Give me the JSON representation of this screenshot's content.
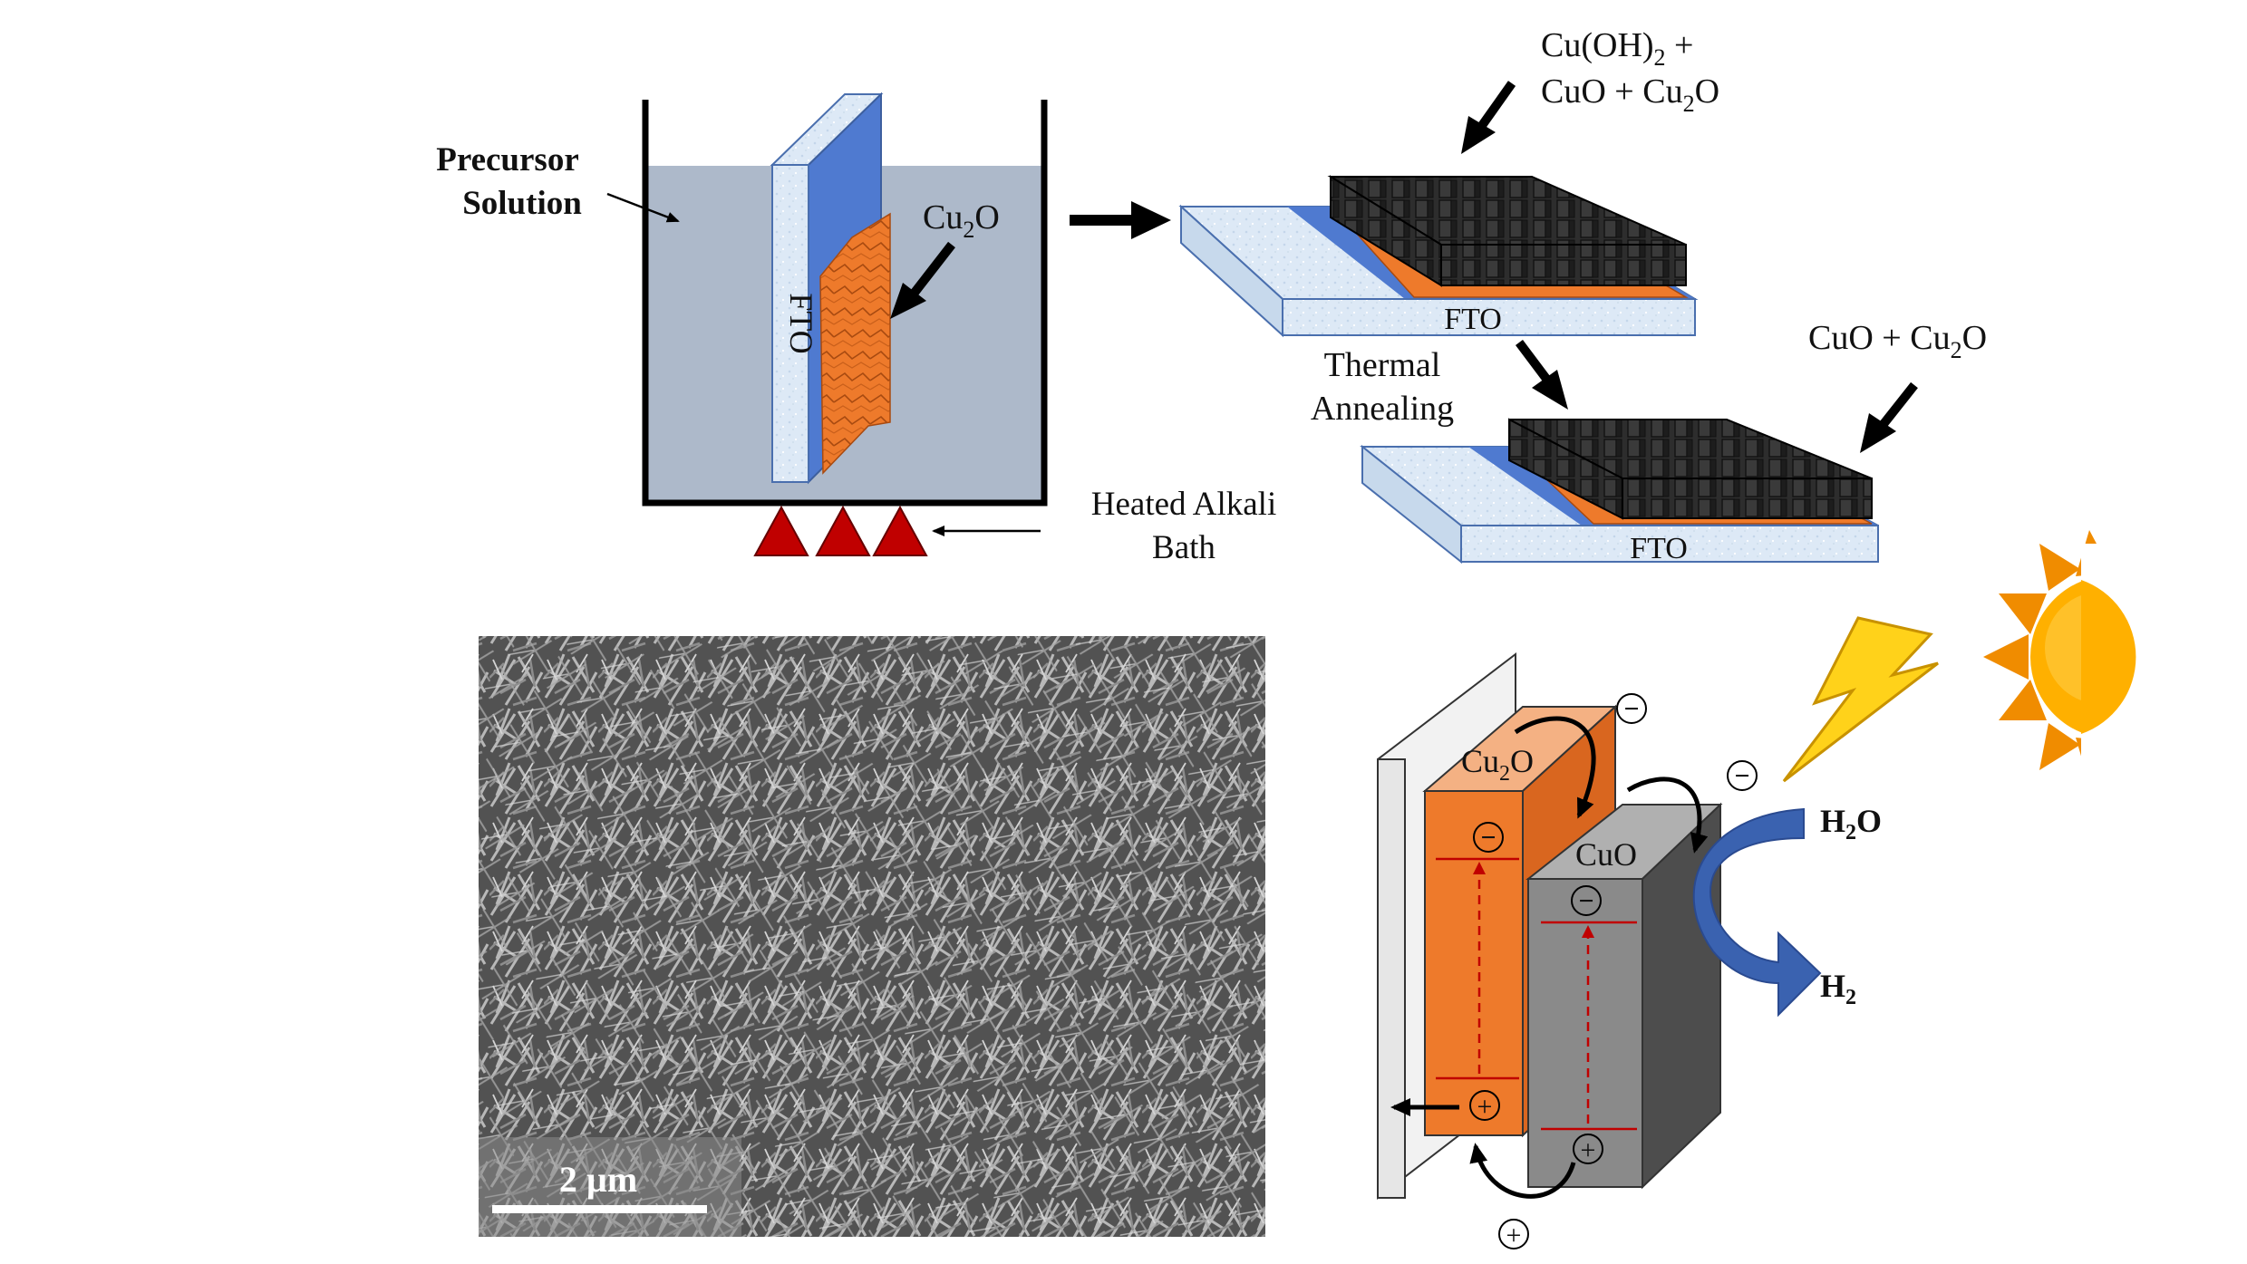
{
  "labels": {
    "precursor_line1": "Precursor",
    "precursor_line2": "Solution",
    "fto_vertical": "FTO",
    "cu2o_top": "Cu",
    "cu2o_top_sub": "2",
    "cu2o_top_tail": "O",
    "bath_line1": "Heated Alkali",
    "bath_line2": "Bath",
    "mixed_line1_a": "Cu(OH)",
    "mixed_line1_sub": "2",
    "mixed_line1_b": " +",
    "mixed_line2_a": "CuO + Cu",
    "mixed_line2_sub": "2",
    "mixed_line2_b": "O",
    "fto_slab1": "FTO",
    "annealing_line1": "Thermal",
    "annealing_line2": "Annealing",
    "final_a": "CuO + Cu",
    "final_sub": "2",
    "final_b": "O",
    "fto_slab2": "FTO",
    "scale_bar": "2 µm",
    "block_cu2o_a": "Cu",
    "block_cu2o_sub": "2",
    "block_cu2o_b": "O",
    "block_cuo": "CuO",
    "h2o_a": "H",
    "h2o_sub": "2",
    "h2o_b": "O",
    "h2_a": "H",
    "h2_sub": "2",
    "minus": "−",
    "plus": "+"
  },
  "colors": {
    "solution": "#adb9ca",
    "fto": "#dbe8f5",
    "conductive_layer": "#4f7ad0",
    "cu2o_orange": "#ee7a2b",
    "cu2o_light": "#f4b183",
    "cuo_grey": "#8a8a8a",
    "cuo_dark": "#4d4d4d",
    "flame_red": "#c00000",
    "water_arrow": "#3a62b0",
    "sun": "#ffb000",
    "bolt": "#ffd21a"
  }
}
